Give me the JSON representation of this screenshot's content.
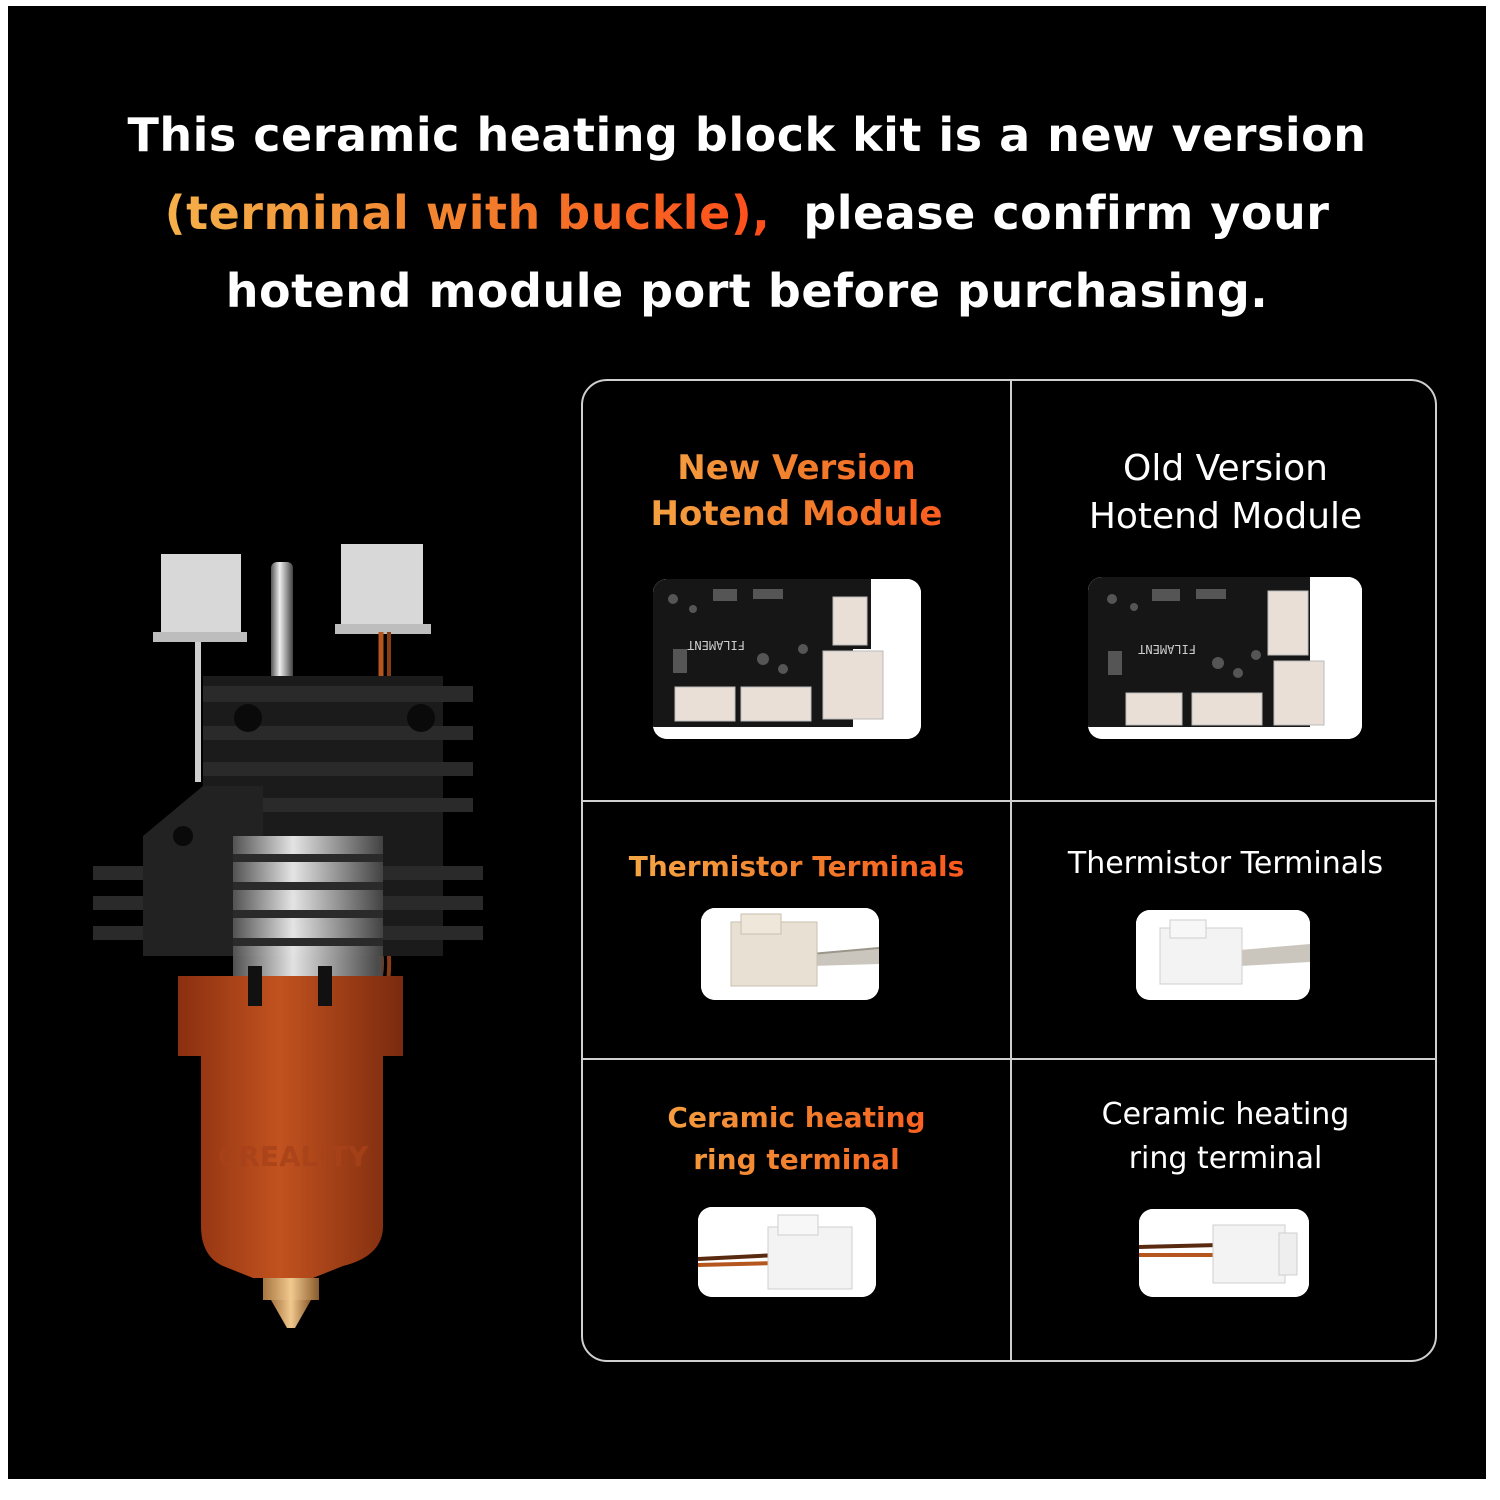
{
  "headline": {
    "line1": "This ceramic heating block kit is a new version",
    "line2_highlight": "(terminal with buckle),",
    "line2_rest": "please confirm your",
    "line3": "hotend module port before purchasing."
  },
  "product": {
    "brand_mark": "CREALITY"
  },
  "comparison": {
    "new_version": {
      "title_line1": "New Version",
      "title_line2": "Hotend Module",
      "board_label": "FILAMENT",
      "thermistor_label": "Thermistor Terminals",
      "ceramic_line1": "Ceramic heating",
      "ceramic_line2": "ring terminal"
    },
    "old_version": {
      "title_line1": "Old Version",
      "title_line2": "Hotend Module",
      "board_label": "FILAMENT",
      "thermistor_label": "Thermistor Terminals",
      "ceramic_line1": "Ceramic heating",
      "ceramic_line2": "ring terminal"
    }
  },
  "colors": {
    "background": "#000000",
    "highlight_start": "#f5b14a",
    "highlight_end": "#ff4d1a",
    "grid_border": "#cfcfcf",
    "nozzle_copper": "#b5451b"
  }
}
